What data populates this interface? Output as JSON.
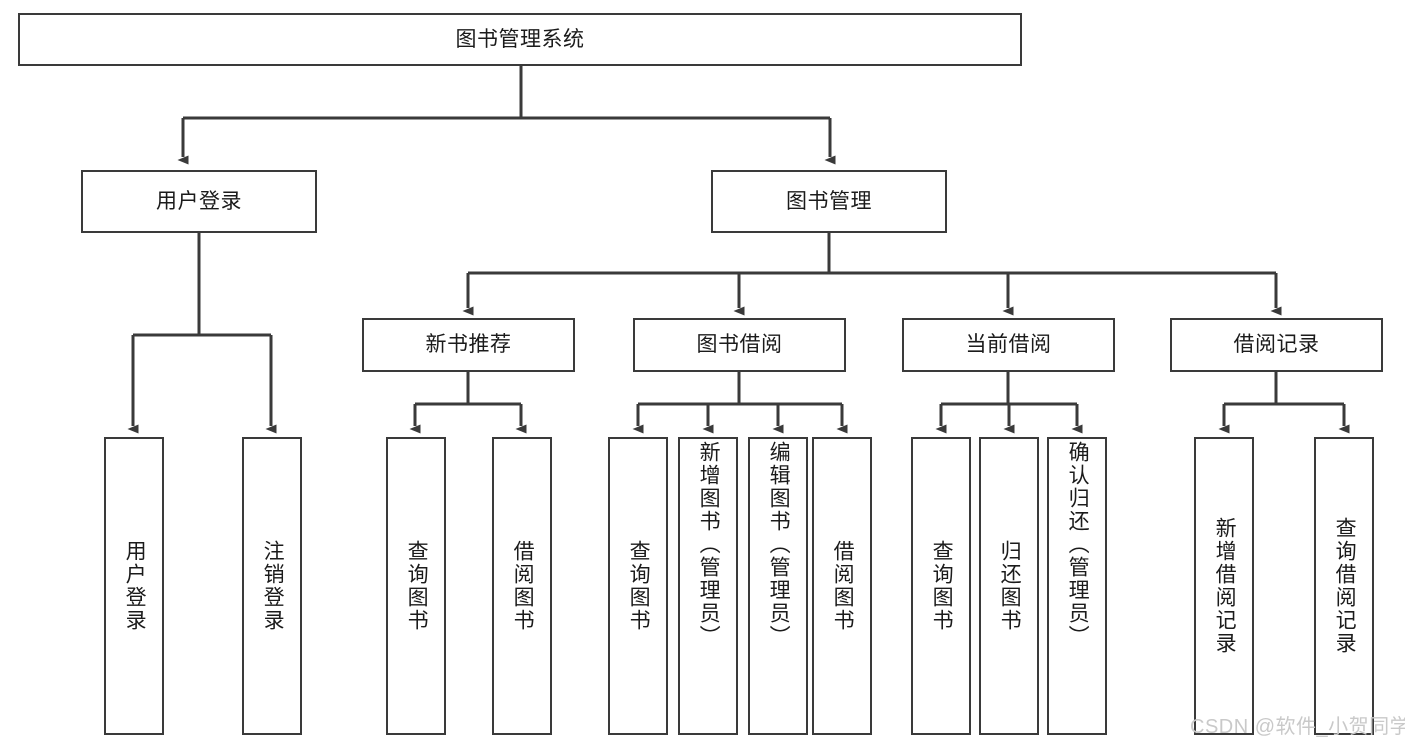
{
  "diagram": {
    "title": "图书管理系统",
    "type": "hierarchy-tree",
    "root": {
      "label": "图书管理系统"
    },
    "level2": [
      {
        "label": "用户登录"
      },
      {
        "label": "图书管理"
      }
    ],
    "level3": [
      {
        "label": "新书推荐"
      },
      {
        "label": "图书借阅"
      },
      {
        "label": "当前借阅"
      },
      {
        "label": "借阅记录"
      }
    ],
    "leaves": {
      "user_login": [
        {
          "label": "用户登录"
        },
        {
          "label": "注销登录"
        }
      ],
      "new_book_recommend": [
        {
          "label": "查询图书"
        },
        {
          "label": "借阅图书"
        }
      ],
      "book_borrow": [
        {
          "label": "查询图书"
        },
        {
          "label": "新增图书（管理员）"
        },
        {
          "label": "编辑图书（管理员）"
        },
        {
          "label": "借阅图书"
        }
      ],
      "current_borrow": [
        {
          "label": "查询图书"
        },
        {
          "label": "归还图书"
        },
        {
          "label": "确认归还（管理员）"
        }
      ],
      "borrow_record": [
        {
          "label": "新增借阅记录"
        },
        {
          "label": "查询借阅记录"
        }
      ]
    }
  },
  "watermark": {
    "text": "CSDN @软件_小贺同学"
  },
  "colors": {
    "border": "#3a3a3a",
    "text": "#1b1b1b",
    "background": "#ffffff",
    "watermark": "#c9c9c9"
  }
}
